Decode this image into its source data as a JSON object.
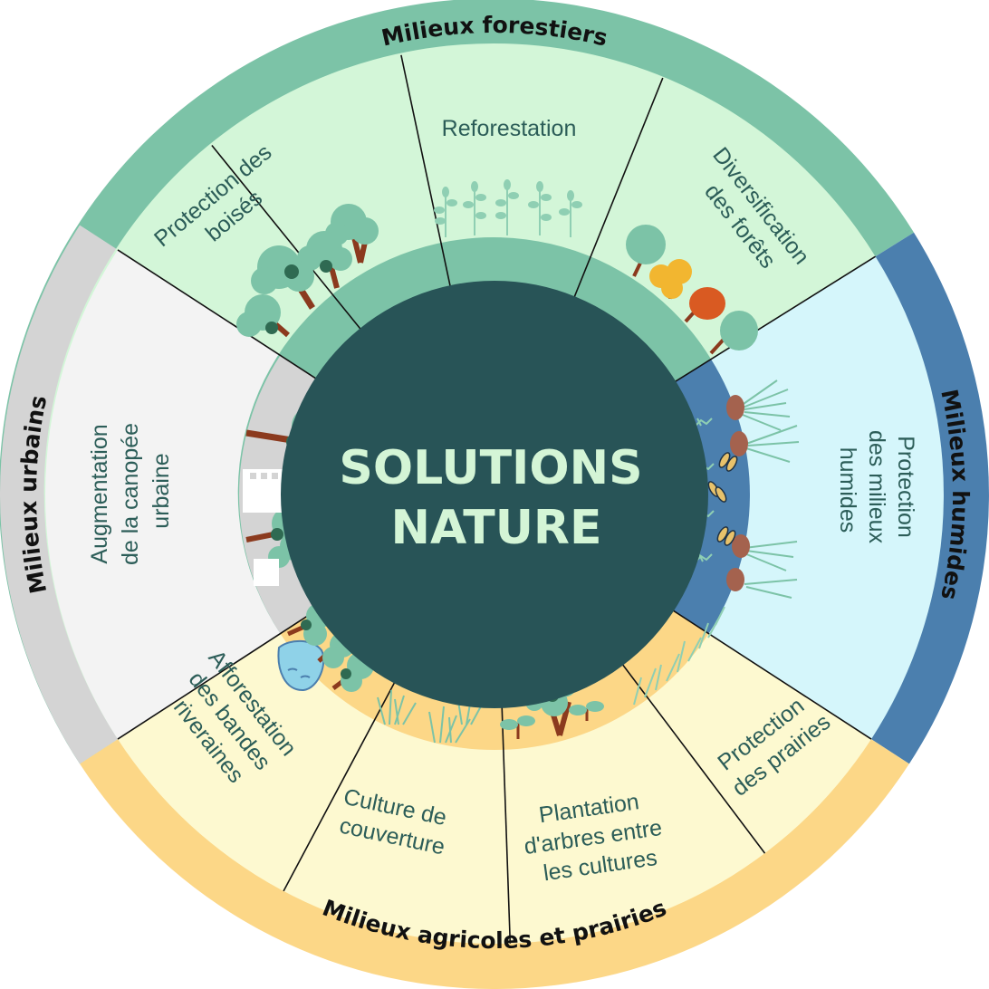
{
  "center": {
    "line1": "SOLUTIONS",
    "line2": "NATURE"
  },
  "rings": {
    "forest": "Milieux forestiers",
    "wetland": "Milieux humides",
    "agri": "Milieux agricoles et prairies",
    "urban": "Milieux urbains"
  },
  "segments": {
    "boises": [
      "Protection des",
      "boisés"
    ],
    "reforestation": [
      "Reforestation"
    ],
    "diversification": [
      "Diversification",
      "des forêts"
    ],
    "humides": [
      "Protection",
      "des milieux",
      "humides"
    ],
    "prairies": [
      "Protection",
      "des prairies"
    ],
    "plantation": [
      "Plantation",
      "d'arbres entre",
      "les cultures"
    ],
    "couverture": [
      "Culture de",
      "couverture"
    ],
    "afforestation": [
      "Afforestation",
      "des bandes",
      "riveraines"
    ],
    "canopee": [
      "Augmentation",
      "de la canopée",
      "urbaine"
    ]
  },
  "colors": {
    "forest_ring": "#7cc3a7",
    "forest_fill": "#d3f6d8",
    "wetland_ring": "#4b7fae",
    "wetland_fill": "#d5f6fb",
    "agri_ring": "#fcd787",
    "agri_fill": "#fdf9d0",
    "urban_ring": "#d4d4d4",
    "urban_fill": "#f3f3f3",
    "center": "#285457",
    "center_text": "#d4f5d6"
  },
  "icons": [
    "tree-icon",
    "sapling-icon",
    "autumn-tree-icon",
    "reed-icon",
    "fish-icon",
    "building-icon",
    "pond-icon",
    "seedling-icon",
    "grass-icon"
  ]
}
